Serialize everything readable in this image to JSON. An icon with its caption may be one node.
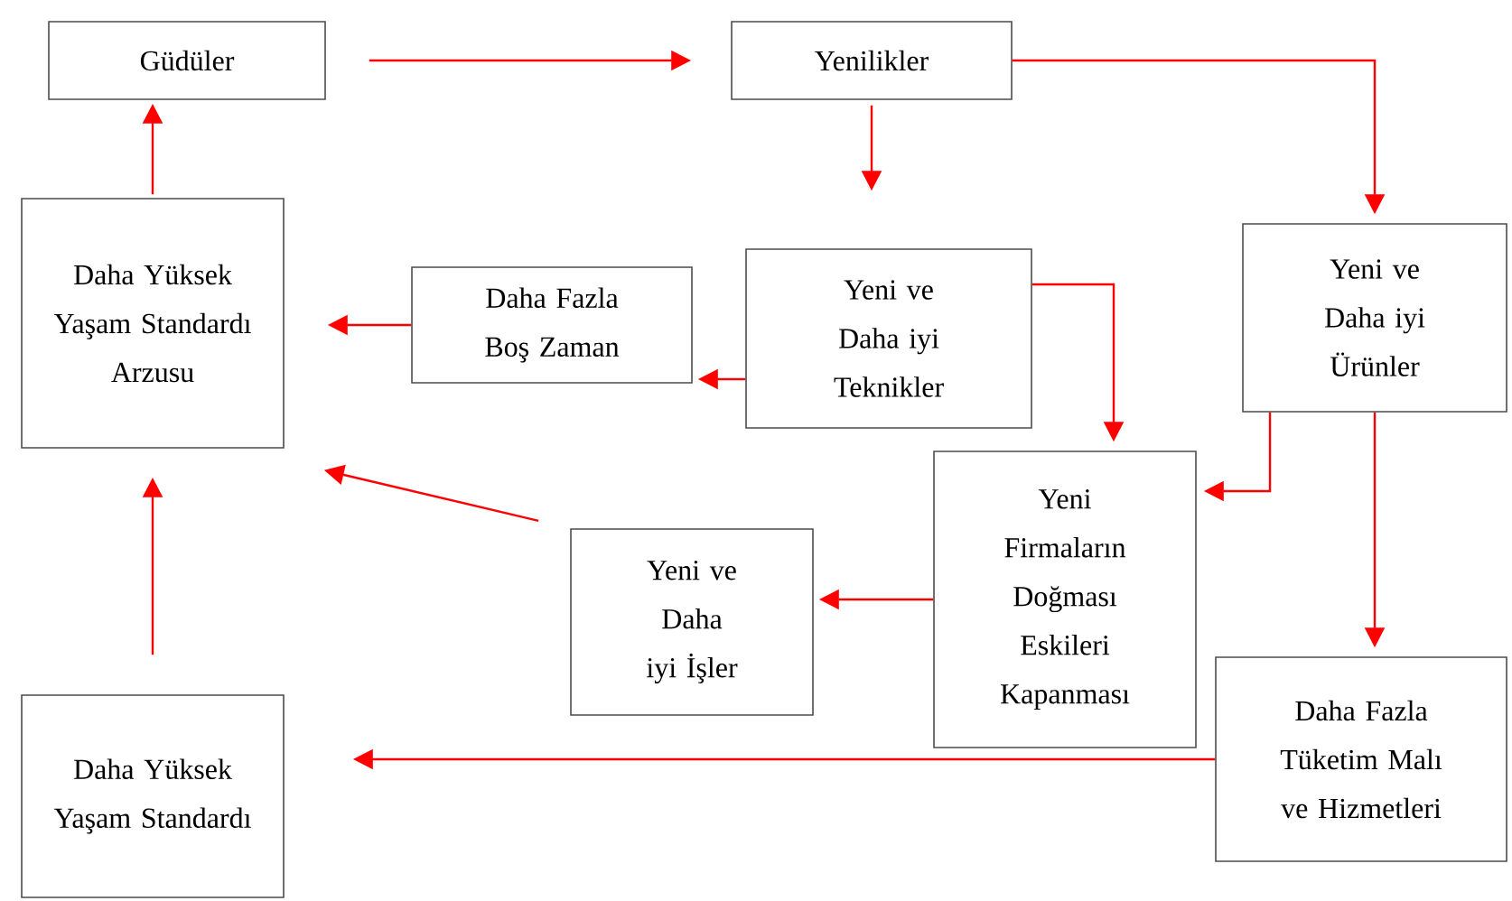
{
  "diagram": {
    "nodes": [
      {
        "text": [
          "Güdüler"
        ]
      },
      {
        "text": [
          "Yenilikler"
        ]
      },
      {
        "text": [
          "Daha Yüksek Yaşam Standardı Arzusu"
        ]
      },
      {
        "text": [
          "Daha Fazla Boş Zaman"
        ]
      },
      {
        "text": [
          "Yeni ve Daha iyi Teknikler"
        ]
      },
      {
        "text": [
          "Yeni ve Daha iyi Ürünler"
        ]
      },
      {
        "text": [
          "Yeni Firmaların Doğması Eskileri Kapanması"
        ]
      },
      {
        "text": [
          "Yeni ve Daha iyi İşler"
        ]
      },
      {
        "text": [
          "Daha Yüksek Yaşam Standardı"
        ]
      },
      {
        "text": [
          "Daha Fazla Tüketim Malı ve Hizmetleri"
        ]
      }
    ],
    "edges": [
      {
        "from": 0,
        "to": 1,
        "arrow": "to"
      },
      {
        "from": 1,
        "to": 4,
        "arrow": "to"
      },
      {
        "from": 1,
        "to": 5,
        "arrow": "to"
      },
      {
        "from": 2,
        "to": 0,
        "arrow": "to"
      },
      {
        "from": 4,
        "to": 3,
        "arrow": "to"
      },
      {
        "from": 3,
        "to": 2,
        "arrow": "to"
      },
      {
        "from": 4,
        "to": 6,
        "arrow": "to"
      },
      {
        "from": 5,
        "to": 6,
        "arrow": "to"
      },
      {
        "from": 6,
        "to": 7,
        "arrow": "to"
      },
      {
        "from": 7,
        "to": 2,
        "arrow": "to"
      },
      {
        "from": 8,
        "to": 2,
        "arrow": "to"
      },
      {
        "from": 5,
        "to": 9,
        "arrow": "to"
      },
      {
        "from": 9,
        "to": 8,
        "arrow": "to"
      }
    ]
  }
}
